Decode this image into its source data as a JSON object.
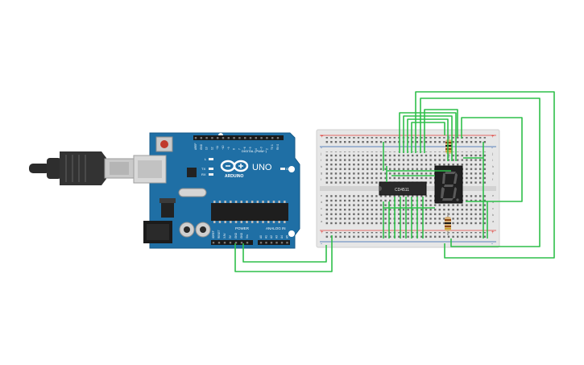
{
  "arduino": {
    "brand": "ARDUINO",
    "model": "UNO",
    "digital_header_label": "DIGITAL (PWM~)",
    "power_label": "POWER",
    "analog_label": "ANALOG IN",
    "on_label": "ON",
    "tx_label": "TX",
    "rx_label": "RX",
    "l_label": "L",
    "digital_pins": [
      "AREF",
      "GND",
      "13",
      "12",
      "~11",
      "~10",
      "~9",
      "8",
      "7",
      "~6",
      "~5",
      "4",
      "~3",
      "2",
      "TX 1",
      "RX 0"
    ],
    "power_pins": [
      "IOREF",
      "RESET",
      "3.3V",
      "5V",
      "GND",
      "GND",
      "Vin"
    ],
    "analog_pins": [
      "A0",
      "A1",
      "A2",
      "A3",
      "A4",
      "A5"
    ]
  },
  "ic": {
    "label": "CD4511"
  },
  "display": {
    "type": "7-segment",
    "digit": "8."
  },
  "breadboard": {
    "row_letters_top": [
      "j",
      "i",
      "h",
      "g",
      "f"
    ],
    "row_letters_bottom": [
      "e",
      "d",
      "c",
      "b",
      "a"
    ],
    "plus": "+",
    "minus": "-"
  },
  "colors": {
    "wire": "#2fbf4a",
    "board": "#1f6fa5",
    "breadboard": "#e6e6e6",
    "rail_red": "#e0403a",
    "rail_blue": "#2b5fae"
  }
}
